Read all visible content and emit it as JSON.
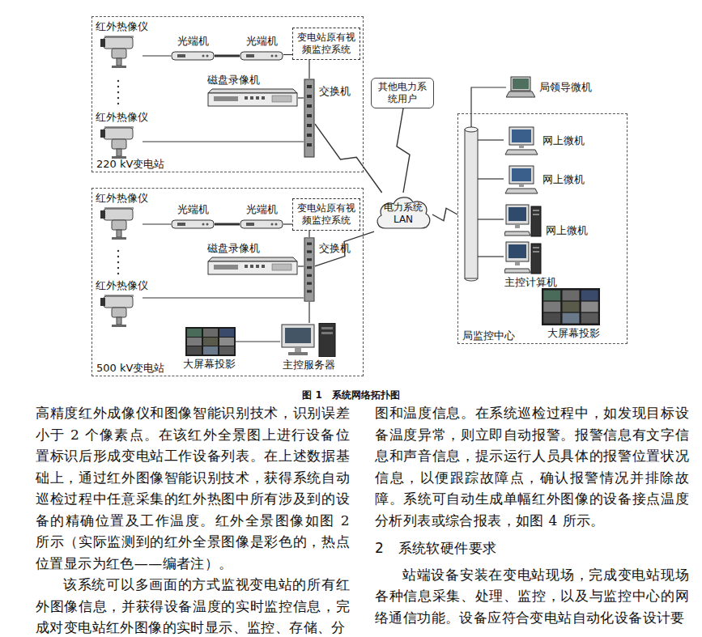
{
  "diagram": {
    "caption": "图 1　系统网络拓扑图",
    "nodes": [
      {
        "text": [
          "220 kV变电站"
        ]
      },
      {
        "text": [
          "红外热像仪"
        ],
        "in": 0
      },
      {
        "text": [
          "光端机"
        ],
        "in": 0
      },
      {
        "text": [
          "光端机"
        ],
        "in": 0
      },
      {
        "text": [
          "变电站原有视频监控系统"
        ],
        "in": 0
      },
      {
        "text": [
          "磁盘录像机"
        ],
        "in": 0
      },
      {
        "text": [
          "红外热像仪"
        ],
        "in": 0
      },
      {
        "text": [
          "交换机"
        ],
        "in": 0
      },
      {
        "text": [
          "500 kV变电站"
        ]
      },
      {
        "text": [
          "红外热像仪"
        ],
        "in": 8
      },
      {
        "text": [
          "光端机"
        ],
        "in": 8
      },
      {
        "text": [
          "光端机"
        ],
        "in": 8
      },
      {
        "text": [
          "变电站原有视频监控系统"
        ],
        "in": 8
      },
      {
        "text": [
          "磁盘录像机"
        ],
        "in": 8
      },
      {
        "text": [
          "红外热像仪"
        ],
        "in": 8
      },
      {
        "text": [
          "交换机"
        ],
        "in": 8
      },
      {
        "text": [
          "大屏幕投影"
        ],
        "in": 8
      },
      {
        "text": [
          "主控服务器"
        ],
        "in": 8
      },
      {
        "text": [
          "其他电力系统用户"
        ]
      },
      {
        "text": [
          "电力系统 LAN"
        ]
      },
      {
        "text": [
          "局监控中心"
        ]
      },
      {
        "text": [
          "局领导微机"
        ]
      },
      {
        "text": [
          "网上微机"
        ],
        "in": 20
      },
      {
        "text": [
          "网上微机"
        ],
        "in": 20
      },
      {
        "text": [
          "网上微机"
        ],
        "in": 20
      },
      {
        "text": [
          "主控计算机"
        ],
        "in": 20
      },
      {
        "text": [
          "大屏幕投影"
        ],
        "in": 20
      }
    ],
    "edges": [
      {
        "from": 1,
        "to": 2,
        "arrow": "none"
      },
      {
        "from": 2,
        "to": 3,
        "arrow": "none"
      },
      {
        "from": 3,
        "to": 4,
        "arrow": "none"
      },
      {
        "from": 4,
        "to": 7,
        "arrow": "none"
      },
      {
        "from": 5,
        "to": 7,
        "arrow": "none"
      },
      {
        "from": 6,
        "to": 7,
        "arrow": "none"
      },
      {
        "from": 7,
        "to": 19,
        "arrow": "none"
      },
      {
        "from": 9,
        "to": 10,
        "arrow": "none"
      },
      {
        "from": 10,
        "to": 11,
        "arrow": "none"
      },
      {
        "from": 11,
        "to": 12,
        "arrow": "none"
      },
      {
        "from": 12,
        "to": 15,
        "arrow": "none"
      },
      {
        "from": 13,
        "to": 15,
        "arrow": "none"
      },
      {
        "from": 14,
        "to": 15,
        "arrow": "none"
      },
      {
        "from": 15,
        "to": 17,
        "arrow": "none"
      },
      {
        "from": 16,
        "to": 17,
        "arrow": "none"
      },
      {
        "from": 15,
        "to": 19,
        "arrow": "none"
      },
      {
        "from": 18,
        "to": 19,
        "arrow": "none"
      },
      {
        "from": 19,
        "to": 20,
        "arrow": "none"
      }
    ],
    "labels": [
      "高精度红外成像仪和图像智能识别技术，识别误差小于 2 个像素点。在该红外全景图上进行设备位置标识后形成变电站工作设备列表。在上述数据基础上，通过红外图像智能识别技术，获得系统自动巡检过程中任意采集的红外热图中所有涉及到的设备的精确位置及工作温度。红外全景图像如图 2 所示（实际监测到的红外全景图像是彩色的，热点位置显示为红色——编者注）。",
      "该系统可以多画面的方式监视变电站的所有红外图像信息，并获得设备温度的实时监控信息，完成对变电站红外图像的实时显示、监控、存储、分",
      "图和温度信息。在系统巡检过程中，如发现目标设备温度异常，则立即自动报警。报警信息有文字信息和声音信息，提示运行人员具体的报警位置状况信息，以便跟踪故障点，确认报警情况并排除故障。系统可自动生成单幅红外图像的设备接点温度分析列表或综合报表，如图 4 所示。",
      "2　系统软硬件要求",
      "站端设备安装在变电站现场，完成变电站现场各种信息采集、处理、监控，以及与监控中心的网络通信功能。设备应符合变电站自动化设备设计要"
    ]
  }
}
